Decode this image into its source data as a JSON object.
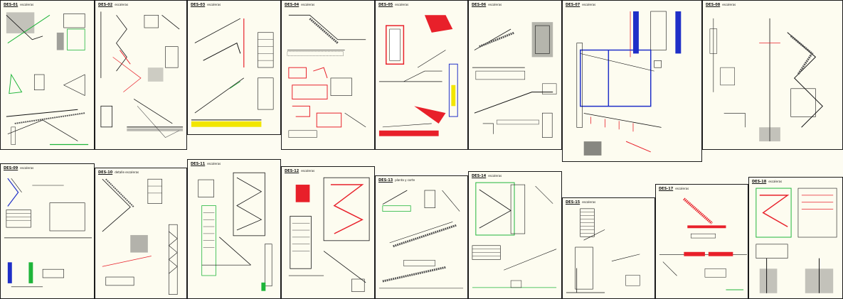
{
  "sheets": [
    {
      "code": "DES-01",
      "subtitle": "escaleras"
    },
    {
      "code": "DES-02",
      "subtitle": "escaleras"
    },
    {
      "code": "DES-03",
      "subtitle": "escaleras"
    },
    {
      "code": "DES-04",
      "subtitle": "escaleras"
    },
    {
      "code": "DES-05",
      "subtitle": "escaleras"
    },
    {
      "code": "DES-06",
      "subtitle": "escaleras"
    },
    {
      "code": "DES-07",
      "subtitle": "escaleras"
    },
    {
      "code": "DES-08",
      "subtitle": "escaleras"
    },
    {
      "code": "DES-09",
      "subtitle": "escaleras"
    },
    {
      "code": "DES-10",
      "subtitle": "detalle escaleras"
    },
    {
      "code": "DES-11",
      "subtitle": "escaleras"
    },
    {
      "code": "DES-12",
      "subtitle": "escaleras"
    },
    {
      "code": "DES-13",
      "subtitle": "planta y corte"
    },
    {
      "code": "DES-14",
      "subtitle": "escaleras"
    },
    {
      "code": "DES-15",
      "subtitle": "escaleras"
    },
    {
      "code": "DES-17",
      "subtitle": "escaleras"
    },
    {
      "code": "DES-18",
      "subtitle": "escaleras"
    }
  ],
  "colors": {
    "line": "#1a1a1a",
    "red": "#e8202a",
    "green": "#1fb53a",
    "blue": "#1f2fc8",
    "yellow": "#f2e600",
    "paper": "#fdfcf0"
  }
}
